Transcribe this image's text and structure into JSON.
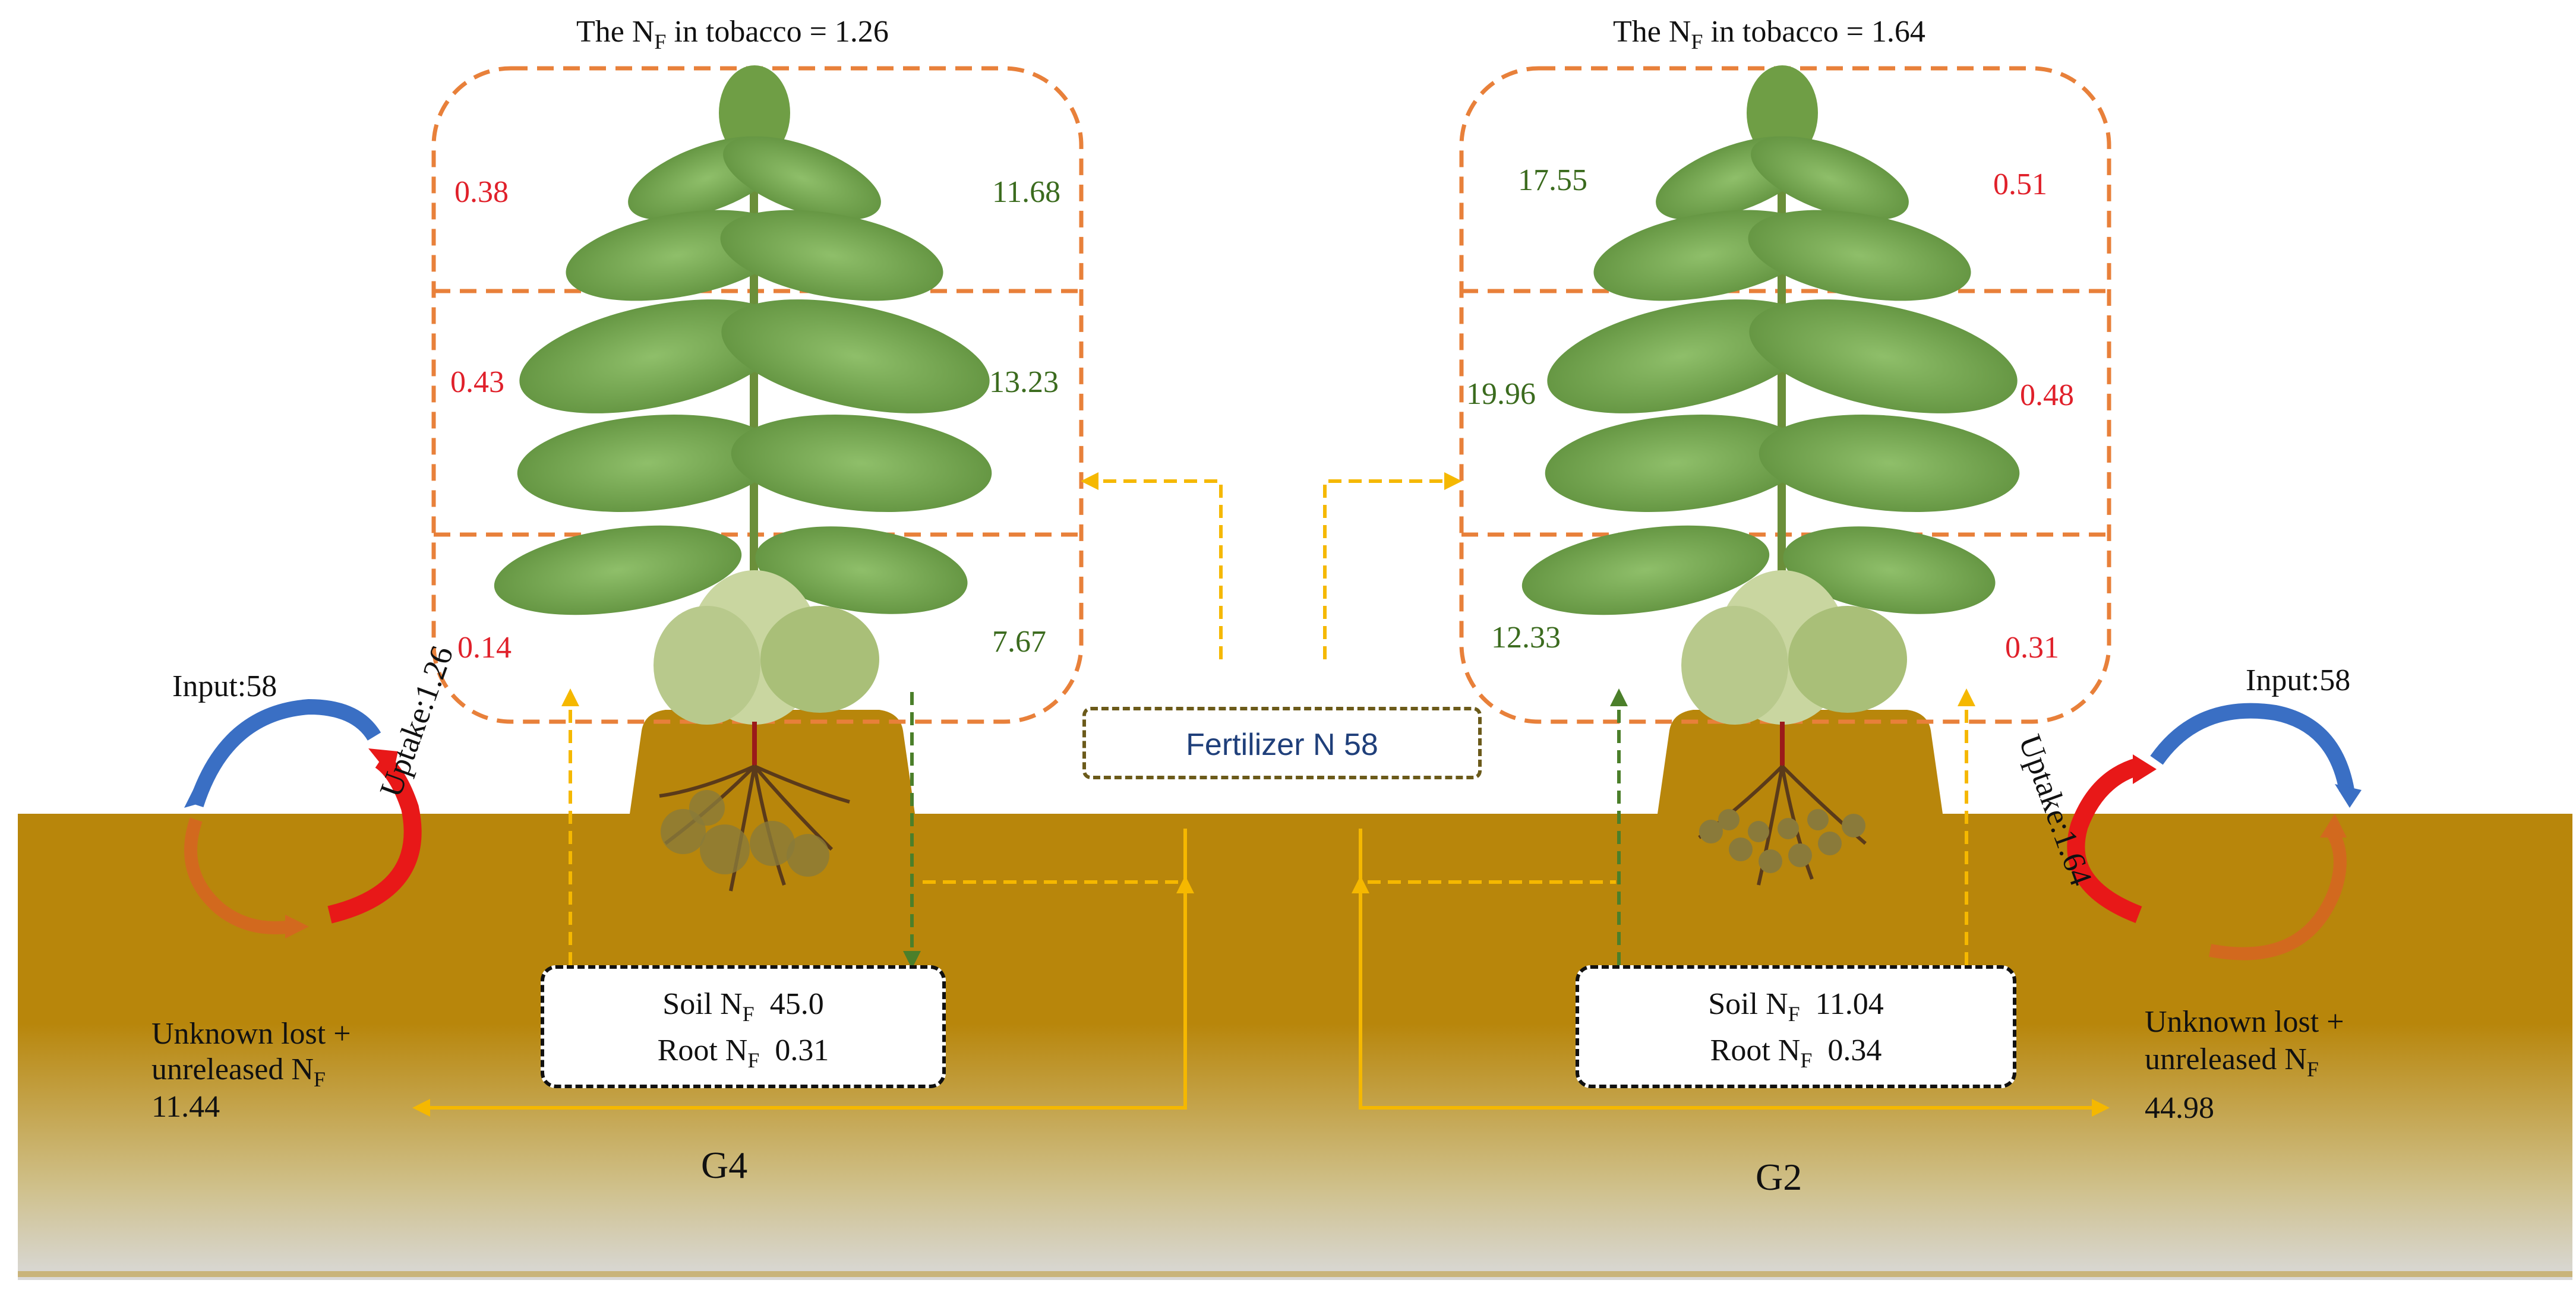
{
  "left": {
    "title_prefix": "The N",
    "title_sub": "F",
    "title_suffix": " in tobacco = 1.26",
    "left_values": [
      "0.38",
      "0.43",
      "0.14"
    ],
    "right_values": [
      "11.68",
      "13.23",
      "7.67"
    ],
    "uptake": "Uptake:1.26",
    "input": "Input:58",
    "soil_label": "Soil N",
    "soil_sub": "F",
    "soil_value": "45.0",
    "root_label": "Root N",
    "root_sub": "F",
    "root_value": "0.31",
    "lost_line1": "Unknown lost +",
    "lost_line2_prefix": "unreleased N",
    "lost_line2_sub": "F",
    "lost_value": "11.44",
    "group": "G4"
  },
  "right": {
    "title_prefix": "The N",
    "title_sub": "F",
    "title_suffix": " in tobacco = 1.64",
    "left_values": [
      "17.55",
      "19.96",
      "12.33"
    ],
    "right_values": [
      "0.51",
      "0.48",
      "0.31"
    ],
    "uptake": "Uptake:1.64",
    "input": "Input:58",
    "soil_label": "Soil N",
    "soil_sub": "F",
    "soil_value": "11.04",
    "root_label": "Root N",
    "root_sub": "F",
    "root_value": "0.34",
    "lost_line1": "Unknown lost +",
    "lost_line2_prefix": "unreleased N",
    "lost_line2_sub": "F",
    "lost_value": "44.98",
    "group": "G2"
  },
  "fertilizer": "Fertilizer  N  58",
  "colors": {
    "soil_top": "#b8860b",
    "soil_bottom": "#d6d6d6",
    "orange_dash": "#e8803a",
    "yellow_arrow": "#f5b800",
    "green_arrow": "#4b7f2a",
    "red_value": "#e0202a",
    "green_value": "#3b6b1e",
    "cycle_blue": "#3a6fc4",
    "cycle_red": "#e81818",
    "cycle_orange": "#d2691e"
  }
}
